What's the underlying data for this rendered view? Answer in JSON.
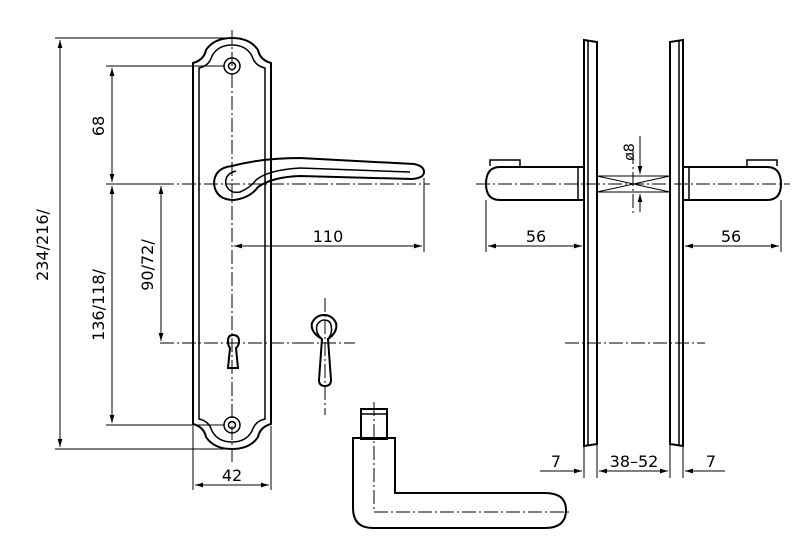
{
  "dimensions": {
    "total_height": "234/216/",
    "handle_height": "68",
    "lower_height": "136/118/",
    "spacing": "90/72/",
    "handle_length": "110",
    "plate_width": "42",
    "diameter": "ø8",
    "left_projection": "56",
    "right_projection": "56",
    "door_thickness": "38–52",
    "left_plate_thickness": "7",
    "right_plate_thickness": "7"
  }
}
